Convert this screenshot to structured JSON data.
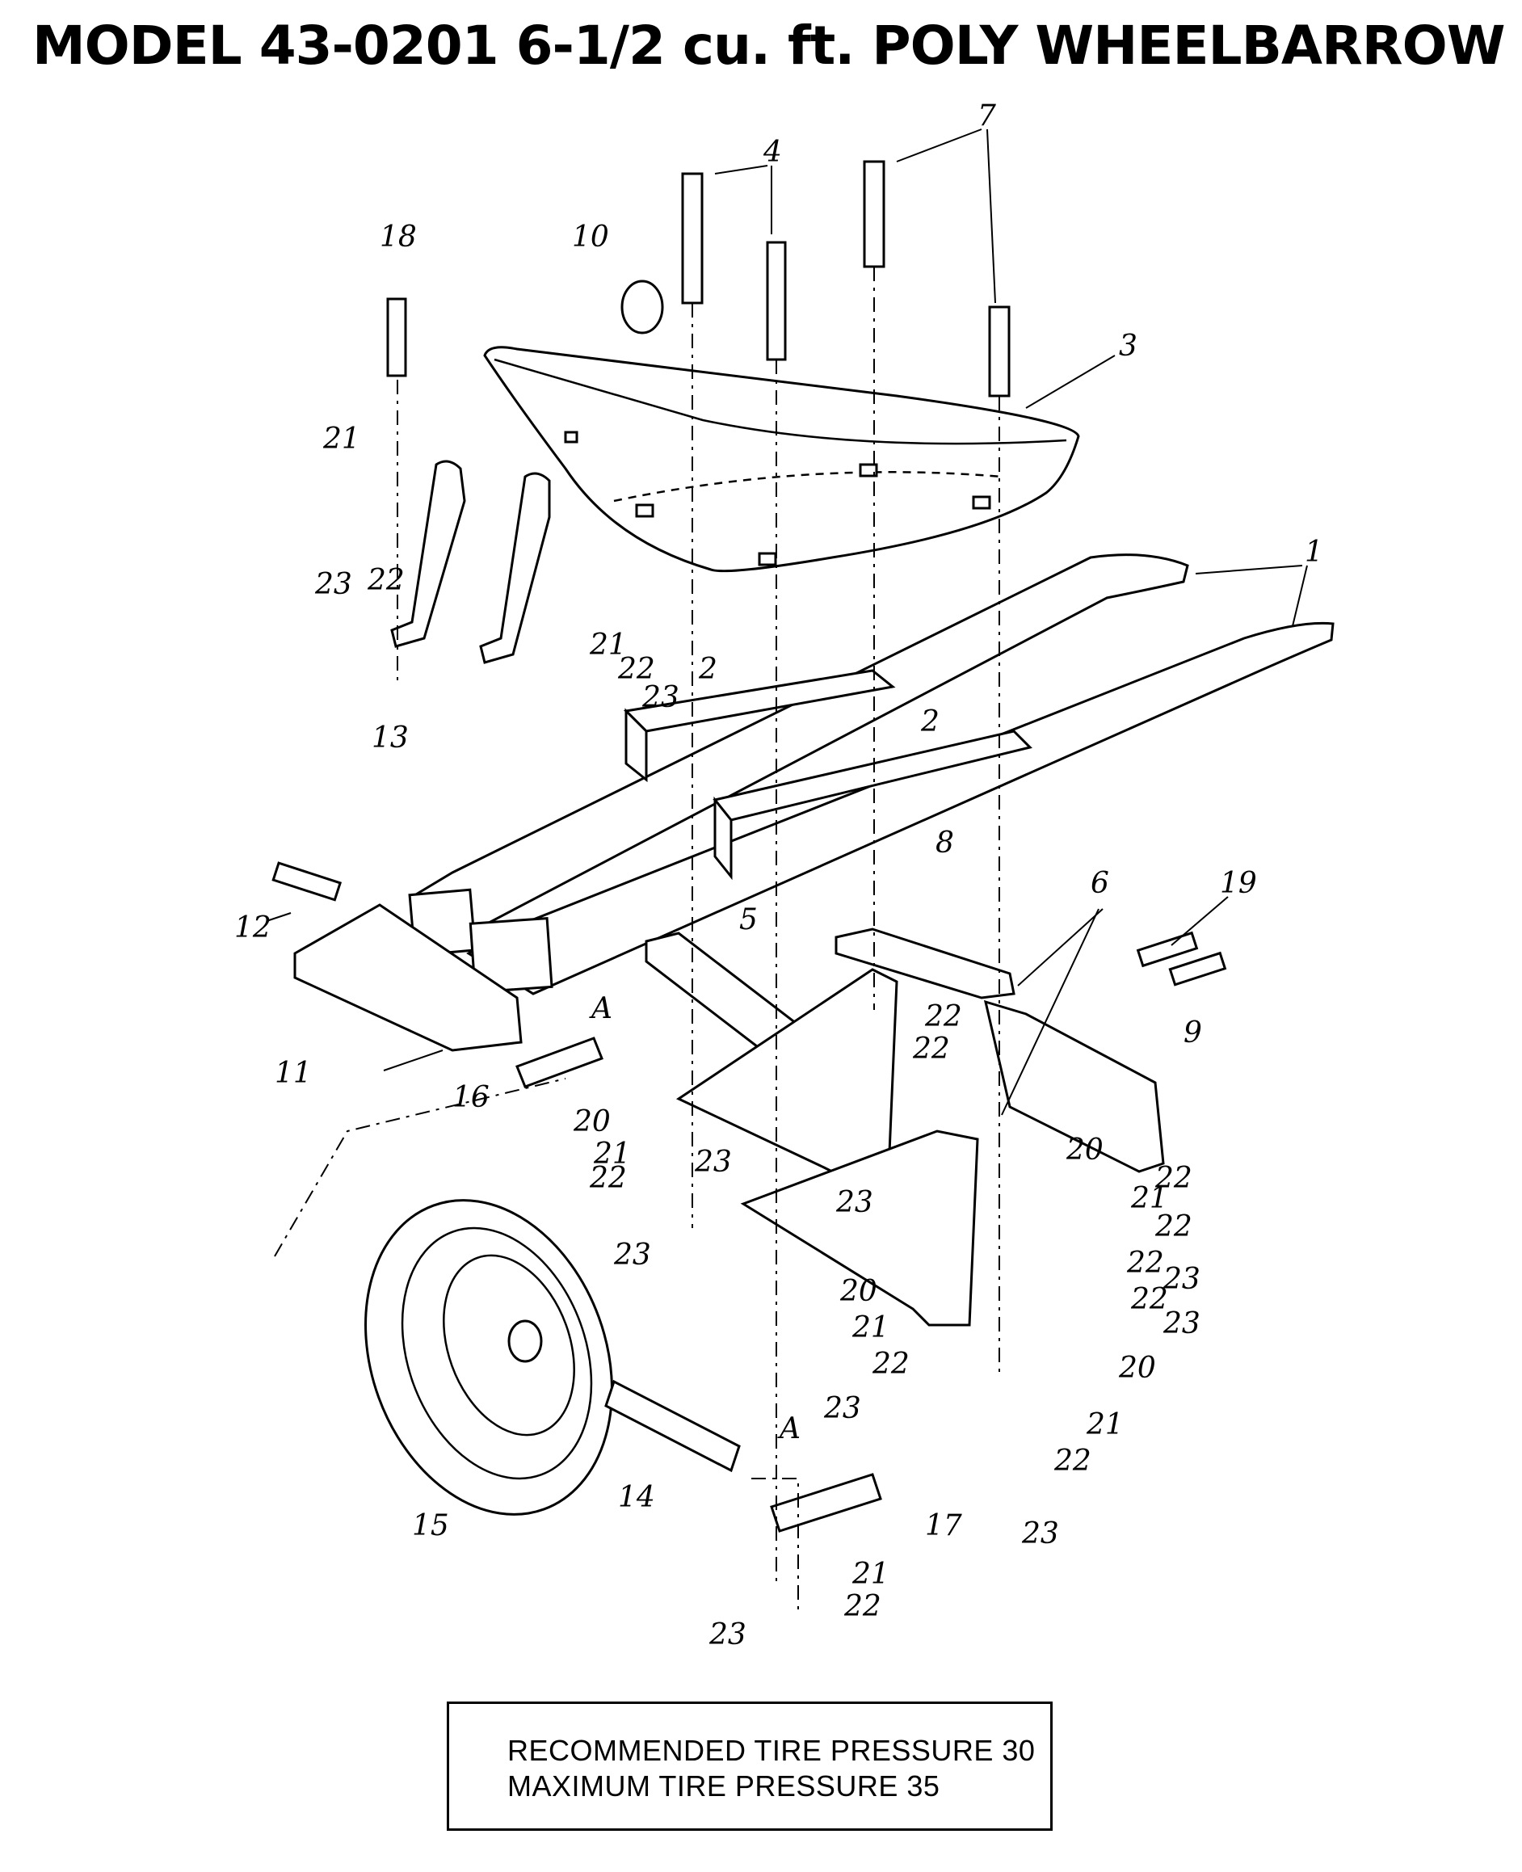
{
  "title": "MODEL 43-0201 6-1/2 cu. ft. POLY WHEELBARROW",
  "notice": {
    "line1": "RECOMMENDED TIRE PRESSURE 30",
    "line2": "MAXIMUM TIRE PRESSURE 35"
  },
  "callouts": {
    "c1": "1",
    "c2a": "2",
    "c2b": "2",
    "c3": "3",
    "c4": "4",
    "c5": "5",
    "c6": "6",
    "c7": "7",
    "c8": "8",
    "c9": "9",
    "c10": "10",
    "c11": "11",
    "c12": "12",
    "c13": "13",
    "c14": "14",
    "c15": "15",
    "c16": "16",
    "c17": "17",
    "c18": "18",
    "c19": "19",
    "c20a": "20",
    "c20b": "20",
    "c20c": "20",
    "c20d": "20",
    "c21a": "21",
    "c21b": "21",
    "c21c": "21",
    "c21d": "21",
    "c21e": "21",
    "c21f": "21",
    "c21g": "21",
    "c22a": "22",
    "c22b": "22",
    "c22c": "22",
    "c22d": "22",
    "c22e": "22",
    "c22f": "22",
    "c22g": "22",
    "c22h": "22",
    "c22i": "22",
    "c22j": "22",
    "c22k": "22",
    "c22l": "22",
    "c23a": "23",
    "c23b": "23",
    "c23c": "23",
    "c23d": "23",
    "c23e": "23",
    "c23f": "23",
    "c23g": "23",
    "c23h": "23",
    "c23i": "23",
    "c23j": "23",
    "cA1": "A",
    "cA2": "A"
  }
}
